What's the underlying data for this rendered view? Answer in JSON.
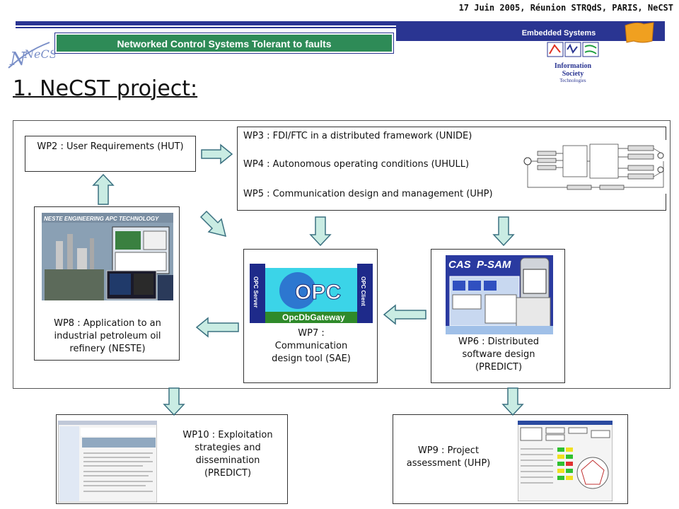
{
  "header": {
    "date": "17 Juin 2005, Réunion STRQdS, PARIS, NeCST",
    "embedded": "Embedded Systems",
    "title_bar": "Networked Control Systems Tolerant to faults",
    "logo_text": "NeCST",
    "ist_text": "Information Society",
    "ist_sub": "Technologies"
  },
  "heading": "1. NeCST project:",
  "boxes": {
    "wp2": "WP2 : User Requirements (HUT)",
    "wp3": "WP3 : FDI/FTC in a distributed framework (UNIDE)",
    "wp4": "WP4 : Autonomous operating conditions (UHULL)",
    "wp5": "WP5 : Communication design and management (UHP)",
    "wp8_line1": "WP8 : Application to an",
    "wp8_line2": "industrial petroleum oil",
    "wp8_line3": "refinery (NESTE)",
    "wp7_line1": "WP7 :",
    "wp7_line2": "Communication",
    "wp7_line3": "design tool (SAE)",
    "wp6_line1": "WP6 : Distributed",
    "wp6_line2": "software design",
    "wp6_line3": "(PREDICT)",
    "wp10_line1": "WP10 : Exploitation",
    "wp10_line2": "strategies and",
    "wp10_line3": "dissemination",
    "wp10_line4": "(PREDICT)",
    "wp9_line1": "WP9 : Project",
    "wp9_line2": "assessment (UHP)"
  },
  "images": {
    "neste_caption": "NESTE ENGINEERING APC TECHNOLOGY",
    "opc_main": "OPC",
    "opc_server": "OPC Server",
    "opc_client": "OPC Client",
    "opc_gateway": "OpcDbGateway",
    "casip": "CAS",
    "casip2": "P-SAM"
  },
  "colors": {
    "band": "#2a3592",
    "title_bar": "#2e8b57",
    "arrow_fill": "#c9ece3",
    "arrow_stroke": "#3a7080"
  }
}
